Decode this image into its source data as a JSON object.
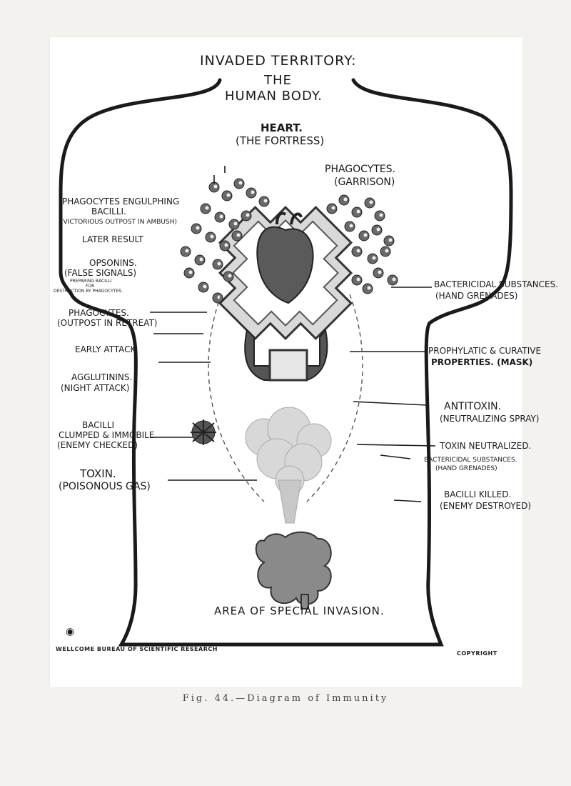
{
  "title": {
    "line1": "INVADED TERRITORY:",
    "line2": "THE",
    "line3": "HUMAN BODY."
  },
  "heart": {
    "line1": "HEART.",
    "line2": "(THE FORTRESS)"
  },
  "phagocytes_garrison": {
    "line1": "PHAGOCYTES.",
    "line2": "(GARRISON)"
  },
  "left_labels": {
    "engulfing_1": "PHAGOCYTES ENGULPHING",
    "engulfing_2": "BACILLI.",
    "engulfing_3": "(VICTORIOUS OUTPOST IN AMBUSH)",
    "later_result": "LATER RESULT",
    "opsonins_1": "OPSONINS.",
    "opsonins_2": "(FALSE SIGNALS)",
    "opsonins_3": "PREPARING BACILLI",
    "opsonins_4": "FOR",
    "opsonins_5": "DESTRUCTION BY PHAGOCYTES.",
    "outpost_1": "PHAGOCYTES.",
    "outpost_2": "(OUTPOST IN RETREAT)",
    "early_attack": "EARLY ATTACK",
    "agglutinins_1": "AGGLUTININS.",
    "agglutinins_2": "(NIGHT ATTACK)",
    "bacilli_1": "BACILLI",
    "bacilli_2": "CLUMPED & IMMOBILE.",
    "bacilli_3": "(ENEMY CHECKED)",
    "toxin_1": "TOXIN.",
    "toxin_2": "(POISONOUS GAS)"
  },
  "right_labels": {
    "bactericidal_1": "BACTERICIDAL SUBSTANCES.",
    "bactericidal_2": "(HAND GRENADES)",
    "prophylactic_1": "PROPHYLATIC & CURATIVE",
    "prophylactic_2": "PROPERTIES. (MASK)",
    "antitoxin_1": "ANTITOXIN.",
    "antitoxin_2": "(NEUTRALIZING SPRAY)",
    "toxin_neutralized": "TOXIN NEUTRALIZED.",
    "bactericidal_small_1": "BACTERICIDAL SUBSTANCES.",
    "bactericidal_small_2": "(HAND GRENADES)",
    "bacilli_killed_1": "BACILLI KILLED.",
    "bacilli_killed_2": "(ENEMY DESTROYED)"
  },
  "area_label": "AREA OF SPECIAL INVASION.",
  "credit_left": "WELLCOME BUREAU OF SCIENTIFIC RESEARCH",
  "credit_right": "COPYRIGHT",
  "caption": "Fig. 44.—Diagram of Immunity",
  "colors": {
    "ink": "#1a1a1a",
    "paper": "#ffffff",
    "background": "#f3f2ee",
    "gray": "#6a6a6a"
  }
}
